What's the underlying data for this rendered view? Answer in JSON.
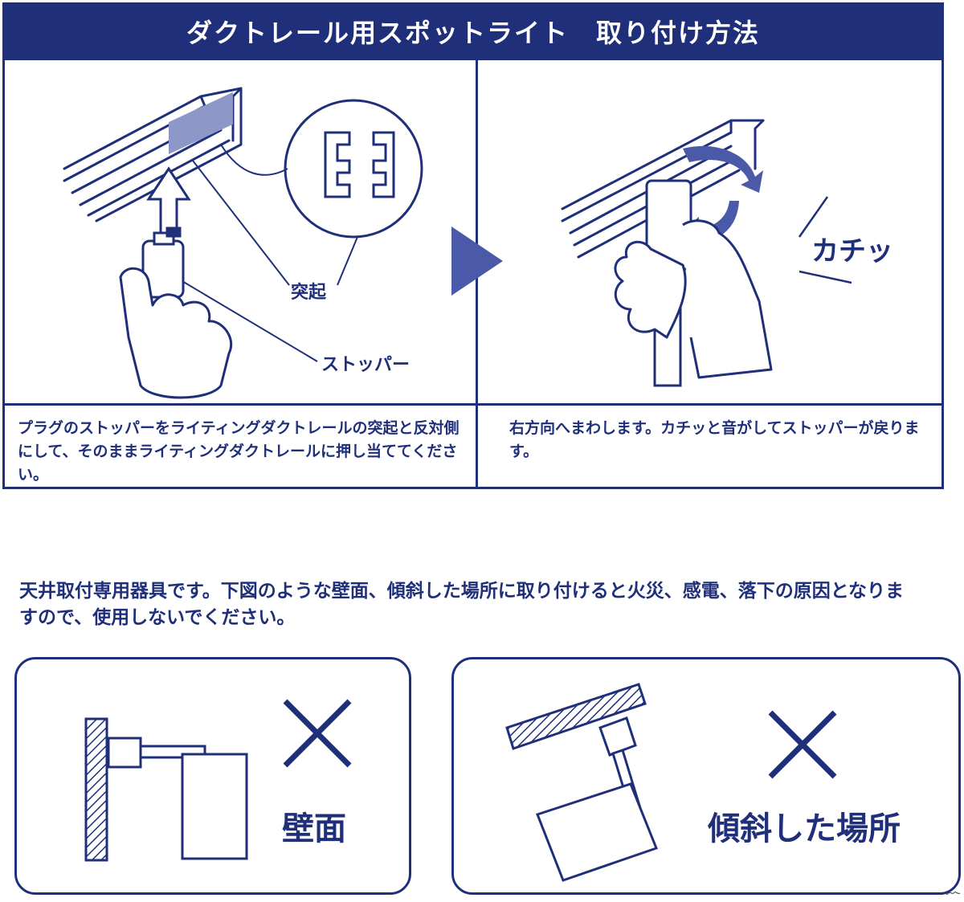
{
  "header": {
    "title": "ダクトレール用スポットライト　取り付け方法"
  },
  "step1": {
    "label_protrusion": "突起",
    "label_stopper": "ストッパー",
    "caption": "プラグのストッパーをライティングダクトレールの突起と反対側にして、そのままライティングダクトレールに押し当ててください。"
  },
  "step2": {
    "label_click": "カチッ",
    "caption": "右方向へまわします。カチッと音がしてストッパーが戻ります。"
  },
  "warning": {
    "text": "天井取付専用器具です。下図のような壁面、傾斜した場所に取り付けると火災、感電、落下の原因となりますので、使用しないでください。"
  },
  "prohibited": [
    {
      "label": "壁面",
      "mark": "cross-icon"
    },
    {
      "label": "傾斜した場所",
      "mark": "cross-icon"
    }
  ],
  "colors": {
    "navy": "#1f2f7a",
    "highlight": "#8d98c8",
    "white": "#ffffff"
  }
}
